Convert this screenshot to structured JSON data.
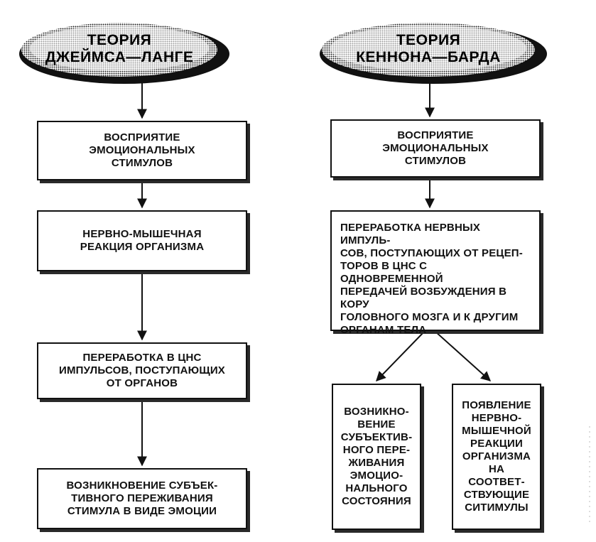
{
  "left_column": {
    "title": "ТЕОРИЯ\nДЖЕЙМСА—ЛАНГЕ",
    "steps": [
      "ВОСПРИЯТИЕ\nЭМОЦИОНАЛЬНЫХ\nСТИМУЛОВ",
      "НЕРВНО-МЫШЕЧНАЯ\nРЕАКЦИЯ ОРГАНИЗМА",
      "ПЕРЕРАБОТКА В ЦНС\nИМПУЛЬСОВ, ПОСТУПАЮЩИХ\nОТ ОРГАНОВ",
      "ВОЗНИКНОВЕНИЕ СУБЪЕК-\nТИВНОГО ПЕРЕЖИВАНИЯ\nСТИМУЛА В ВИДЕ ЭМОЦИИ"
    ]
  },
  "right_column": {
    "title": "ТЕОРИЯ\nКЕННОНА—БАРДА",
    "steps": [
      "ВОСПРИЯТИЕ\nЭМОЦИОНАЛЬНЫХ\nСТИМУЛОВ",
      "ПЕРЕРАБОТКА НЕРВНЫХ ИМПУЛЬ-\nСОВ, ПОСТУПАЮЩИХ ОТ РЕЦЕП-\nТОРОВ В ЦНС С ОДНОВРЕМЕННОЙ\nПЕРЕДАЧЕЙ ВОЗБУЖДЕНИЯ В КОРУ\nГОЛОВНОГО МОЗГА И К ДРУГИМ\nОРГАНАМ ТЕЛА"
    ],
    "branches": [
      "ВОЗНИКНО-\nВЕНИЕ\nСУБЪЕКТИВ-\nНОГО ПЕРЕ-\nЖИВАНИЯ\nЭМОЦИО-\nНАЛЬНОГО\nСОСТОЯНИЯ",
      "ПОЯВЛЕНИЕ\nНЕРВНО-\nМЫШЕЧНОЙ\nРЕАКЦИИ\nОРГАНИЗМА\nНА\nСООТВЕТ-\nСТВУЮЩИЕ\nСИТИМУЛЫ"
    ]
  }
}
